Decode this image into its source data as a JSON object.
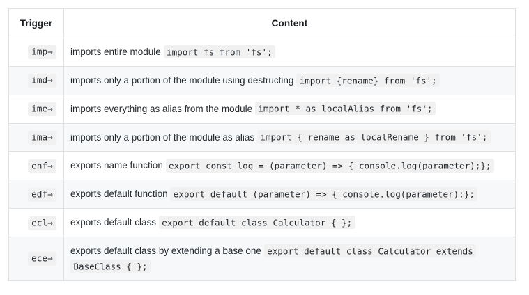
{
  "table": {
    "headers": {
      "trigger": "Trigger",
      "content": "Content"
    },
    "rows": [
      {
        "trigger": "imp→",
        "description": "imports entire module",
        "code": "import fs from 'fs';"
      },
      {
        "trigger": "imd→",
        "description": "imports only a portion of the module using destructing",
        "code": "import {rename} from 'fs';"
      },
      {
        "trigger": "ime→",
        "description": "imports everything as alias from the module",
        "code": "import * as localAlias from 'fs';"
      },
      {
        "trigger": "ima→",
        "description": "imports only a portion of the module as alias",
        "code": "import { rename as localRename } from 'fs';"
      },
      {
        "trigger": "enf→",
        "description": "exports name function",
        "code": "export const log = (parameter) => { console.log(parameter);};"
      },
      {
        "trigger": "edf→",
        "description": "exports default function",
        "code": "export default (parameter) => { console.log(parameter);};"
      },
      {
        "trigger": "ecl→",
        "description": "exports default class",
        "code": "export default class Calculator { };"
      },
      {
        "trigger": "ece→",
        "description": "exports default class by extending a base one",
        "code": "export default class Calculator extends BaseClass { };"
      }
    ]
  },
  "colors": {
    "border": "#dfe2e5",
    "stripe": "#f6f8fa",
    "code_background": "#f1f1f1",
    "text": "#24292e"
  }
}
